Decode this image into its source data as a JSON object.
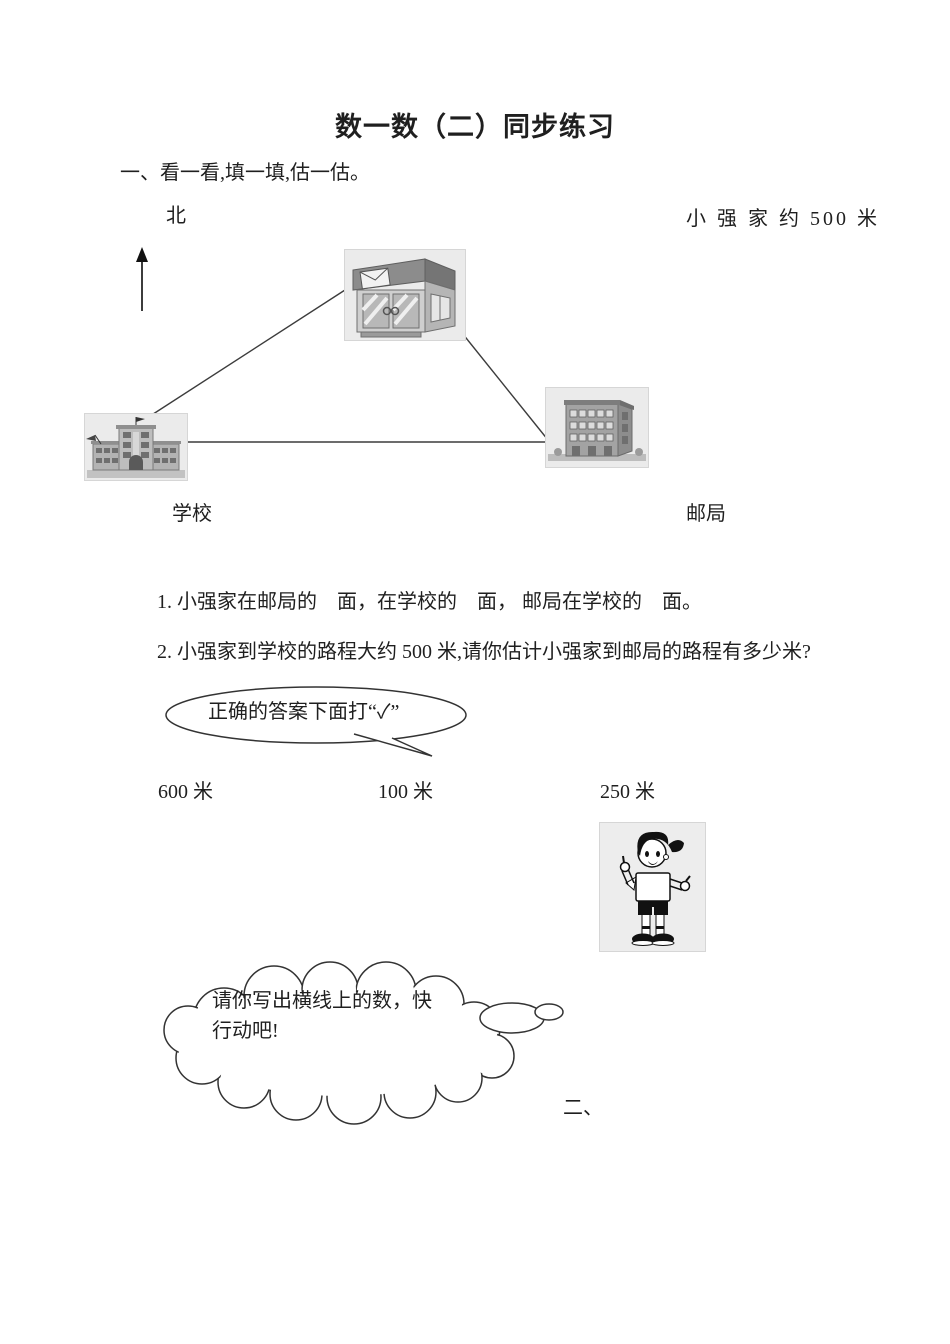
{
  "document": {
    "title": "数一数（二）同步练习",
    "section_one_heading": "一、看一看,填一填,估一估。",
    "section_two_heading": "二、"
  },
  "map": {
    "north_label": "北",
    "home_distance_note": "小 强 家 约  500  米",
    "school_label": "学校",
    "post_office_label": "邮局"
  },
  "questions": {
    "q1": "1.  小强家在邮局的　面，在学校的　面， 邮局在学校的　面。",
    "q2": "2.  小强家到学校的路程大约 500 米,请你估计小强家到邮局的路程有多少米?"
  },
  "check_prompt": "正确的答案下面打“✓”",
  "answer_options": [
    {
      "label": "600 米"
    },
    {
      "label": "100 米"
    },
    {
      "label": "250 米"
    }
  ],
  "cloud_prompt": {
    "line1": "请你写出横线上的数，快",
    "line2": "行动吧!"
  },
  "icons": {
    "north_arrow": "up-arrow",
    "home_shop": "shop-with-envelope-sign",
    "school": "school-building-with-flags",
    "post_office": "multi-story-office-building",
    "kid": "cartoon-kid-pointing"
  },
  "colors": {
    "text": "#1f1f1f",
    "line": "#3c3c3c",
    "photo_bg": "#ebebeb",
    "building_gray": "#a3a3a3"
  }
}
